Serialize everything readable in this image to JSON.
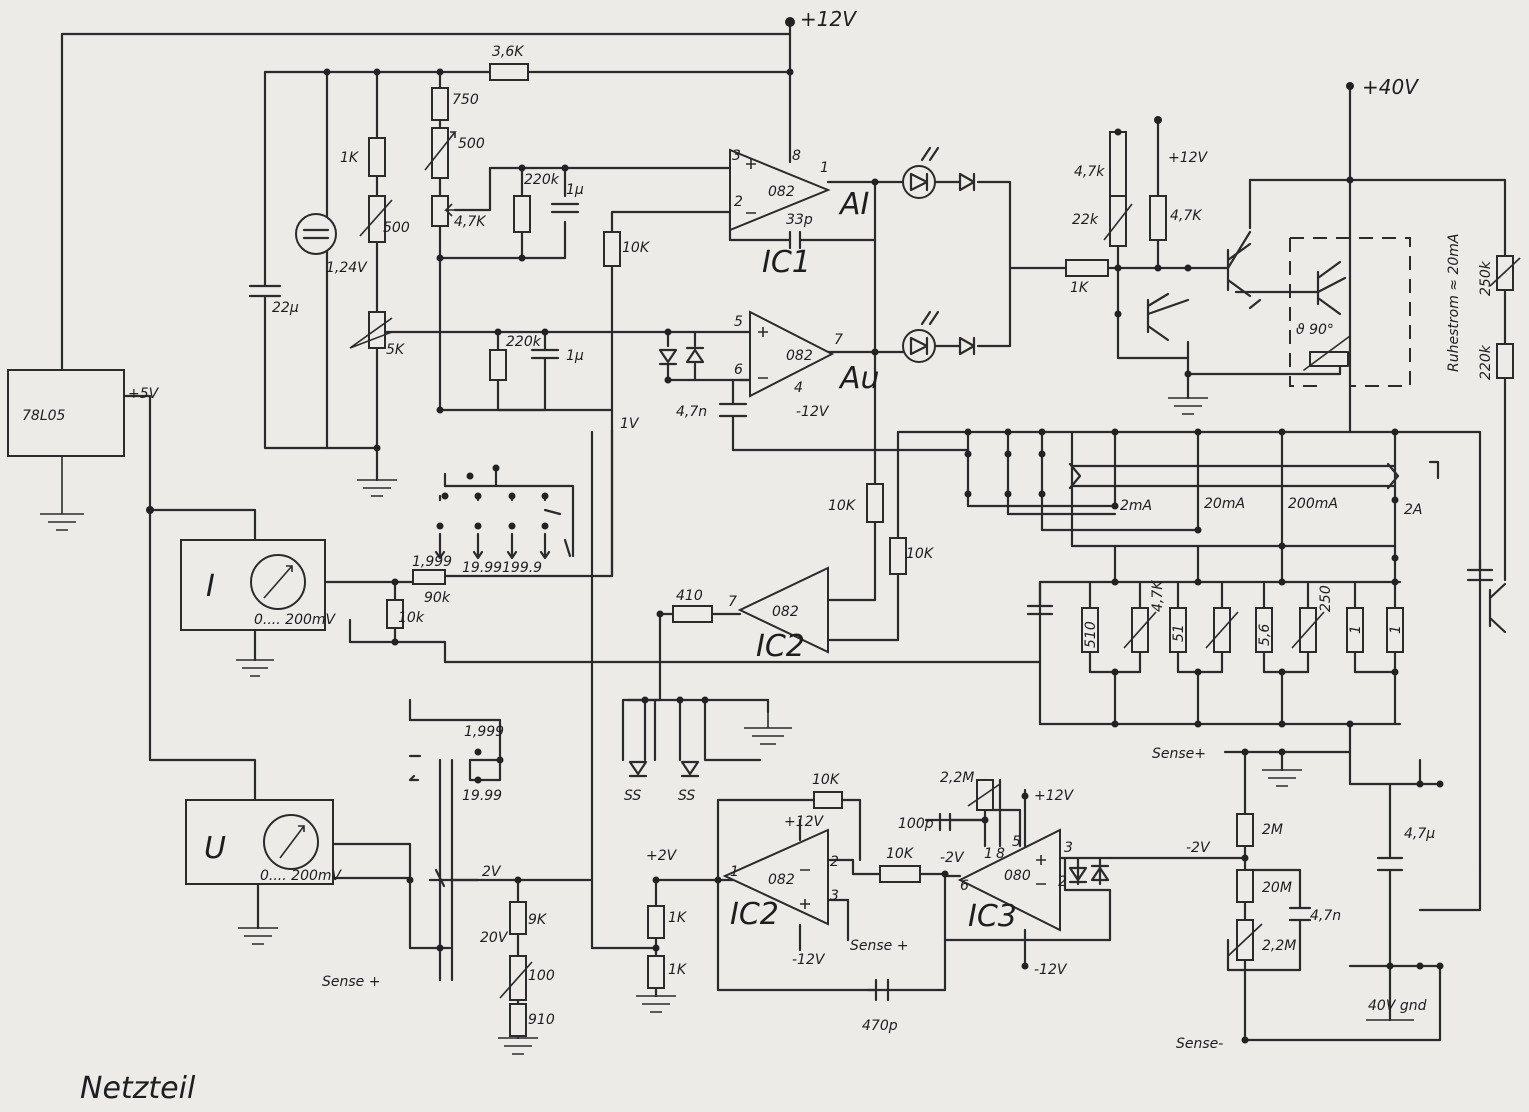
{
  "supplies": {
    "plus12": "+12V",
    "plus12_b": "+12V",
    "plus12_c": "+12V",
    "plus12_d": "+12V",
    "minus12_a": "-12V",
    "minus12_b": "-12V",
    "minus12_c": "-12V",
    "plus40": "+40V",
    "plus5": "+5V",
    "plus2": "+2V",
    "minus2_a": "-2V",
    "minus2_b": "-2V",
    "v1": "1V",
    "v2": "2V",
    "v20": "20V",
    "gnd40": "40V gnd"
  },
  "regulator": {
    "name": "78L05"
  },
  "reference": {
    "voltage": "1,24V"
  },
  "opamps": {
    "ic1_part": "082",
    "ic1_name": "IC1",
    "ai": "AI",
    "au_part": "082",
    "au": "Au",
    "ic2_top_part": "082",
    "ic2_top_name": "IC2",
    "ic2_bot_part": "082",
    "ic2_bot_name": "IC2",
    "ic3_part": "080",
    "ic3_name": "IC3"
  },
  "pins": {
    "p3": "3",
    "p2": "2",
    "p8": "8",
    "p1": "1",
    "p5": "5",
    "p6": "6",
    "p7": "7",
    "p4": "4",
    "ic2_p7": "7",
    "ic2b_p1": "1",
    "ic2b_p2": "2",
    "ic2b_p3": "3",
    "ic3_p6": "6",
    "ic3_p3": "3",
    "ic3_p2": "2",
    "ic3_p1": "1",
    "ic3_p8": "8",
    "ic3_p5": "5"
  },
  "components": {
    "r36k": "3,6K",
    "r750": "750",
    "r500a": "500",
    "r1k_top": "1K",
    "r500b": "500",
    "r47k_a": "4,7K",
    "r220k_a": "220k",
    "c1u_a": "1µ",
    "c33p": "33p",
    "r10k_a": "10K",
    "c22u": "22µ",
    "r5k": "5K",
    "r220k_b": "220k",
    "c1u_b": "1µ",
    "c47n_a": "4,7n",
    "r47k_b": "4,7k",
    "r22k": "22k",
    "r47k_c": "4,7K",
    "r1k_b": "1K",
    "r10k_b": "10K",
    "r10k_c": "10K",
    "r410": "410",
    "r1999": "1,999",
    "r90k": "90k",
    "r10k_d": "10k",
    "r510": "510",
    "r47k_d": "4,7K",
    "r51": "51",
    "r56": "5,6",
    "r250": "250",
    "r1a": "1",
    "r1b": "1",
    "r9k": "9K",
    "r100": "100",
    "r910": "910",
    "r1k_c": "1K",
    "r1k_d": "1K",
    "r10k_e": "10K",
    "r10k_f": "10K",
    "c470p": "470p",
    "r22m_a": "2,2M",
    "c100p": "100p",
    "r2m": "2M",
    "r20m": "20M",
    "r22m_b": "2,2M",
    "c47n_b": "4,7n",
    "c47u": "4,7µ",
    "r250k": "250k",
    "r220k_c": "220k",
    "ruhestrom": "Ruhestrom ≈ 20mA",
    "ptc": "ϑ 90°"
  },
  "range_switch": {
    "r2ma": "2mA",
    "r20ma": "20mA",
    "r200ma": "200mA",
    "r2a": "2A"
  },
  "display_switch": {
    "d1999": "19.99",
    "d1999b": "199.9"
  },
  "voltage_switch": {
    "v1999": "1,999",
    "v1999b": "19.99"
  },
  "meters": {
    "i_label": "I",
    "i_range": "0.... 200mV",
    "u_label": "U",
    "u_range": "0.... 200mV"
  },
  "sense": {
    "sense_plus_a": "Sense +",
    "sense_plus_b": "Sense+",
    "sense_plus_c": "Sense +",
    "sense_minus": "Sense-"
  },
  "leds": {
    "ss_a": "SS",
    "ss_b": "SS"
  },
  "footer": {
    "section": "Netzteil"
  }
}
